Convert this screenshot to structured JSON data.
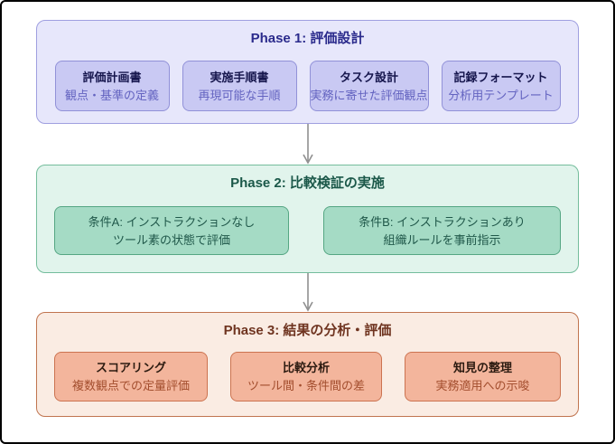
{
  "diagram": {
    "type": "flowchart-top-down",
    "background": "#ffffff",
    "frame_border_color": "#000000",
    "arrow_color": "#8f8f8f",
    "phases": [
      {
        "title": "Phase 1: 評価設計",
        "palette": {
          "bg": "#e7e7fb",
          "border": "#9f9fe0",
          "title": "#2b2b8c",
          "node_bg": "#c9c9f3",
          "node_border": "#9191d8",
          "node_title": "#16164d",
          "node_subtitle": "#6363c0"
        },
        "items": [
          {
            "title": "評価計画書",
            "subtitle": "観点・基準の定義"
          },
          {
            "title": "実施手順書",
            "subtitle": "再現可能な手順"
          },
          {
            "title": "タスク設計",
            "subtitle": "実務に寄せた評価観点"
          },
          {
            "title": "記録フォーマット",
            "subtitle": "分析用テンプレート"
          }
        ]
      },
      {
        "title": "Phase 2: 比較検証の実施",
        "palette": {
          "bg": "#e1f4ec",
          "border": "#74bd9c",
          "title": "#1b5849",
          "node_bg": "#a5dbc5",
          "node_border": "#55a683",
          "node_text": "#20584a"
        },
        "items": [
          {
            "line1": "条件A: インストラクションなし",
            "line2": "ツール素の状態で評価"
          },
          {
            "line1": "条件B: インストラクションあり",
            "line2": "組織ルールを事前指示"
          }
        ]
      },
      {
        "title": "Phase 3: 結果の分析・評価",
        "palette": {
          "bg": "#faece3",
          "border": "#c0744f",
          "title": "#6f3420",
          "node_bg": "#f3b59c",
          "node_border": "#cc7350",
          "node_title": "#2b1a10",
          "node_subtitle": "#a34e2e"
        },
        "items": [
          {
            "title": "スコアリング",
            "subtitle": "複数観点での定量評価"
          },
          {
            "title": "比較分析",
            "subtitle": "ツール間・条件間の差"
          },
          {
            "title": "知見の整理",
            "subtitle": "実務適用への示唆"
          }
        ]
      }
    ]
  }
}
